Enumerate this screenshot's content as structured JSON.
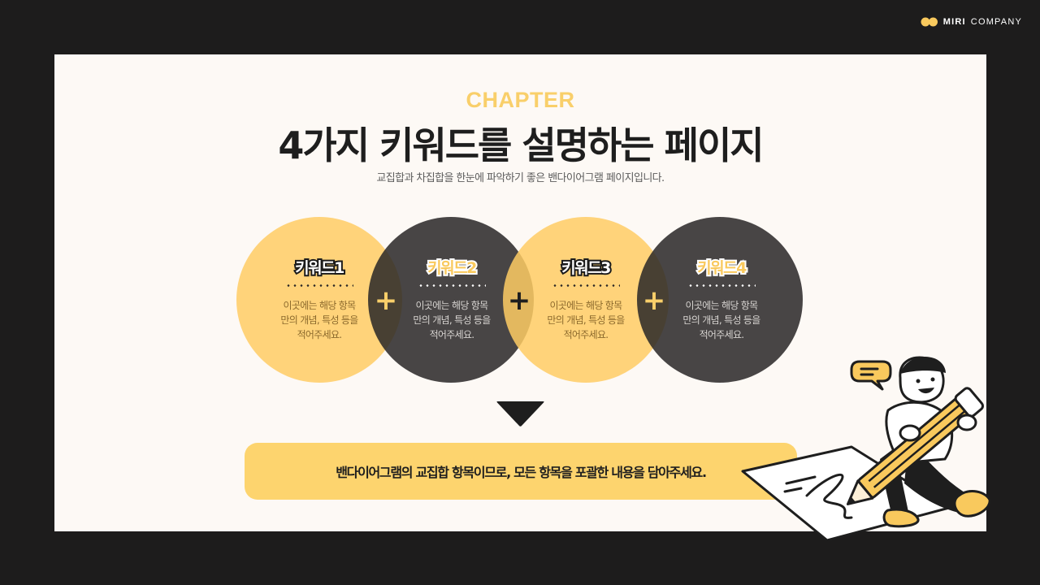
{
  "brand": {
    "name_bold": "MIRI",
    "name_rest": "COMPANY",
    "logo": "two-dot-logo-icon"
  },
  "slide": {
    "chapter": "CHAPTER",
    "title": "4가지 키워드를 설명하는 페이지",
    "subtitle": "교집합과 차집합을 한눈에 파악하기 좋은 밴다이어그램 페이지입니다."
  },
  "keywords": [
    {
      "title": "키워드1",
      "desc1": "이곳에는 해당 항목",
      "desc2": "만의 개념, 특성 등을",
      "desc3": "적어주세요."
    },
    {
      "title": "키워드2",
      "desc1": "이곳에는 해당 항목",
      "desc2": "만의 개념, 특성 등을",
      "desc3": "적어주세요."
    },
    {
      "title": "키워드3",
      "desc1": "이곳에는 해당 항목",
      "desc2": "만의 개념, 특성 등을",
      "desc3": "적어주세요."
    },
    {
      "title": "키워드4",
      "desc1": "이곳에는 해당 항목",
      "desc2": "만의 개념, 특성 등을",
      "desc3": "적어주세요."
    }
  ],
  "plus_symbol": "+",
  "banner": {
    "text": "밴다이어그램의 교집합 항목이므로, 모든 항목을 포괄한 내용을 담아주세요."
  },
  "colors": {
    "background": "#1d1c1c",
    "slide": "#fdf9f5",
    "accent_yellow": "#f9cf6a",
    "dark": "#2a2828"
  },
  "icons": {
    "arrow": "down-triangle-icon",
    "illustration": "person-with-pencil-illustration"
  }
}
